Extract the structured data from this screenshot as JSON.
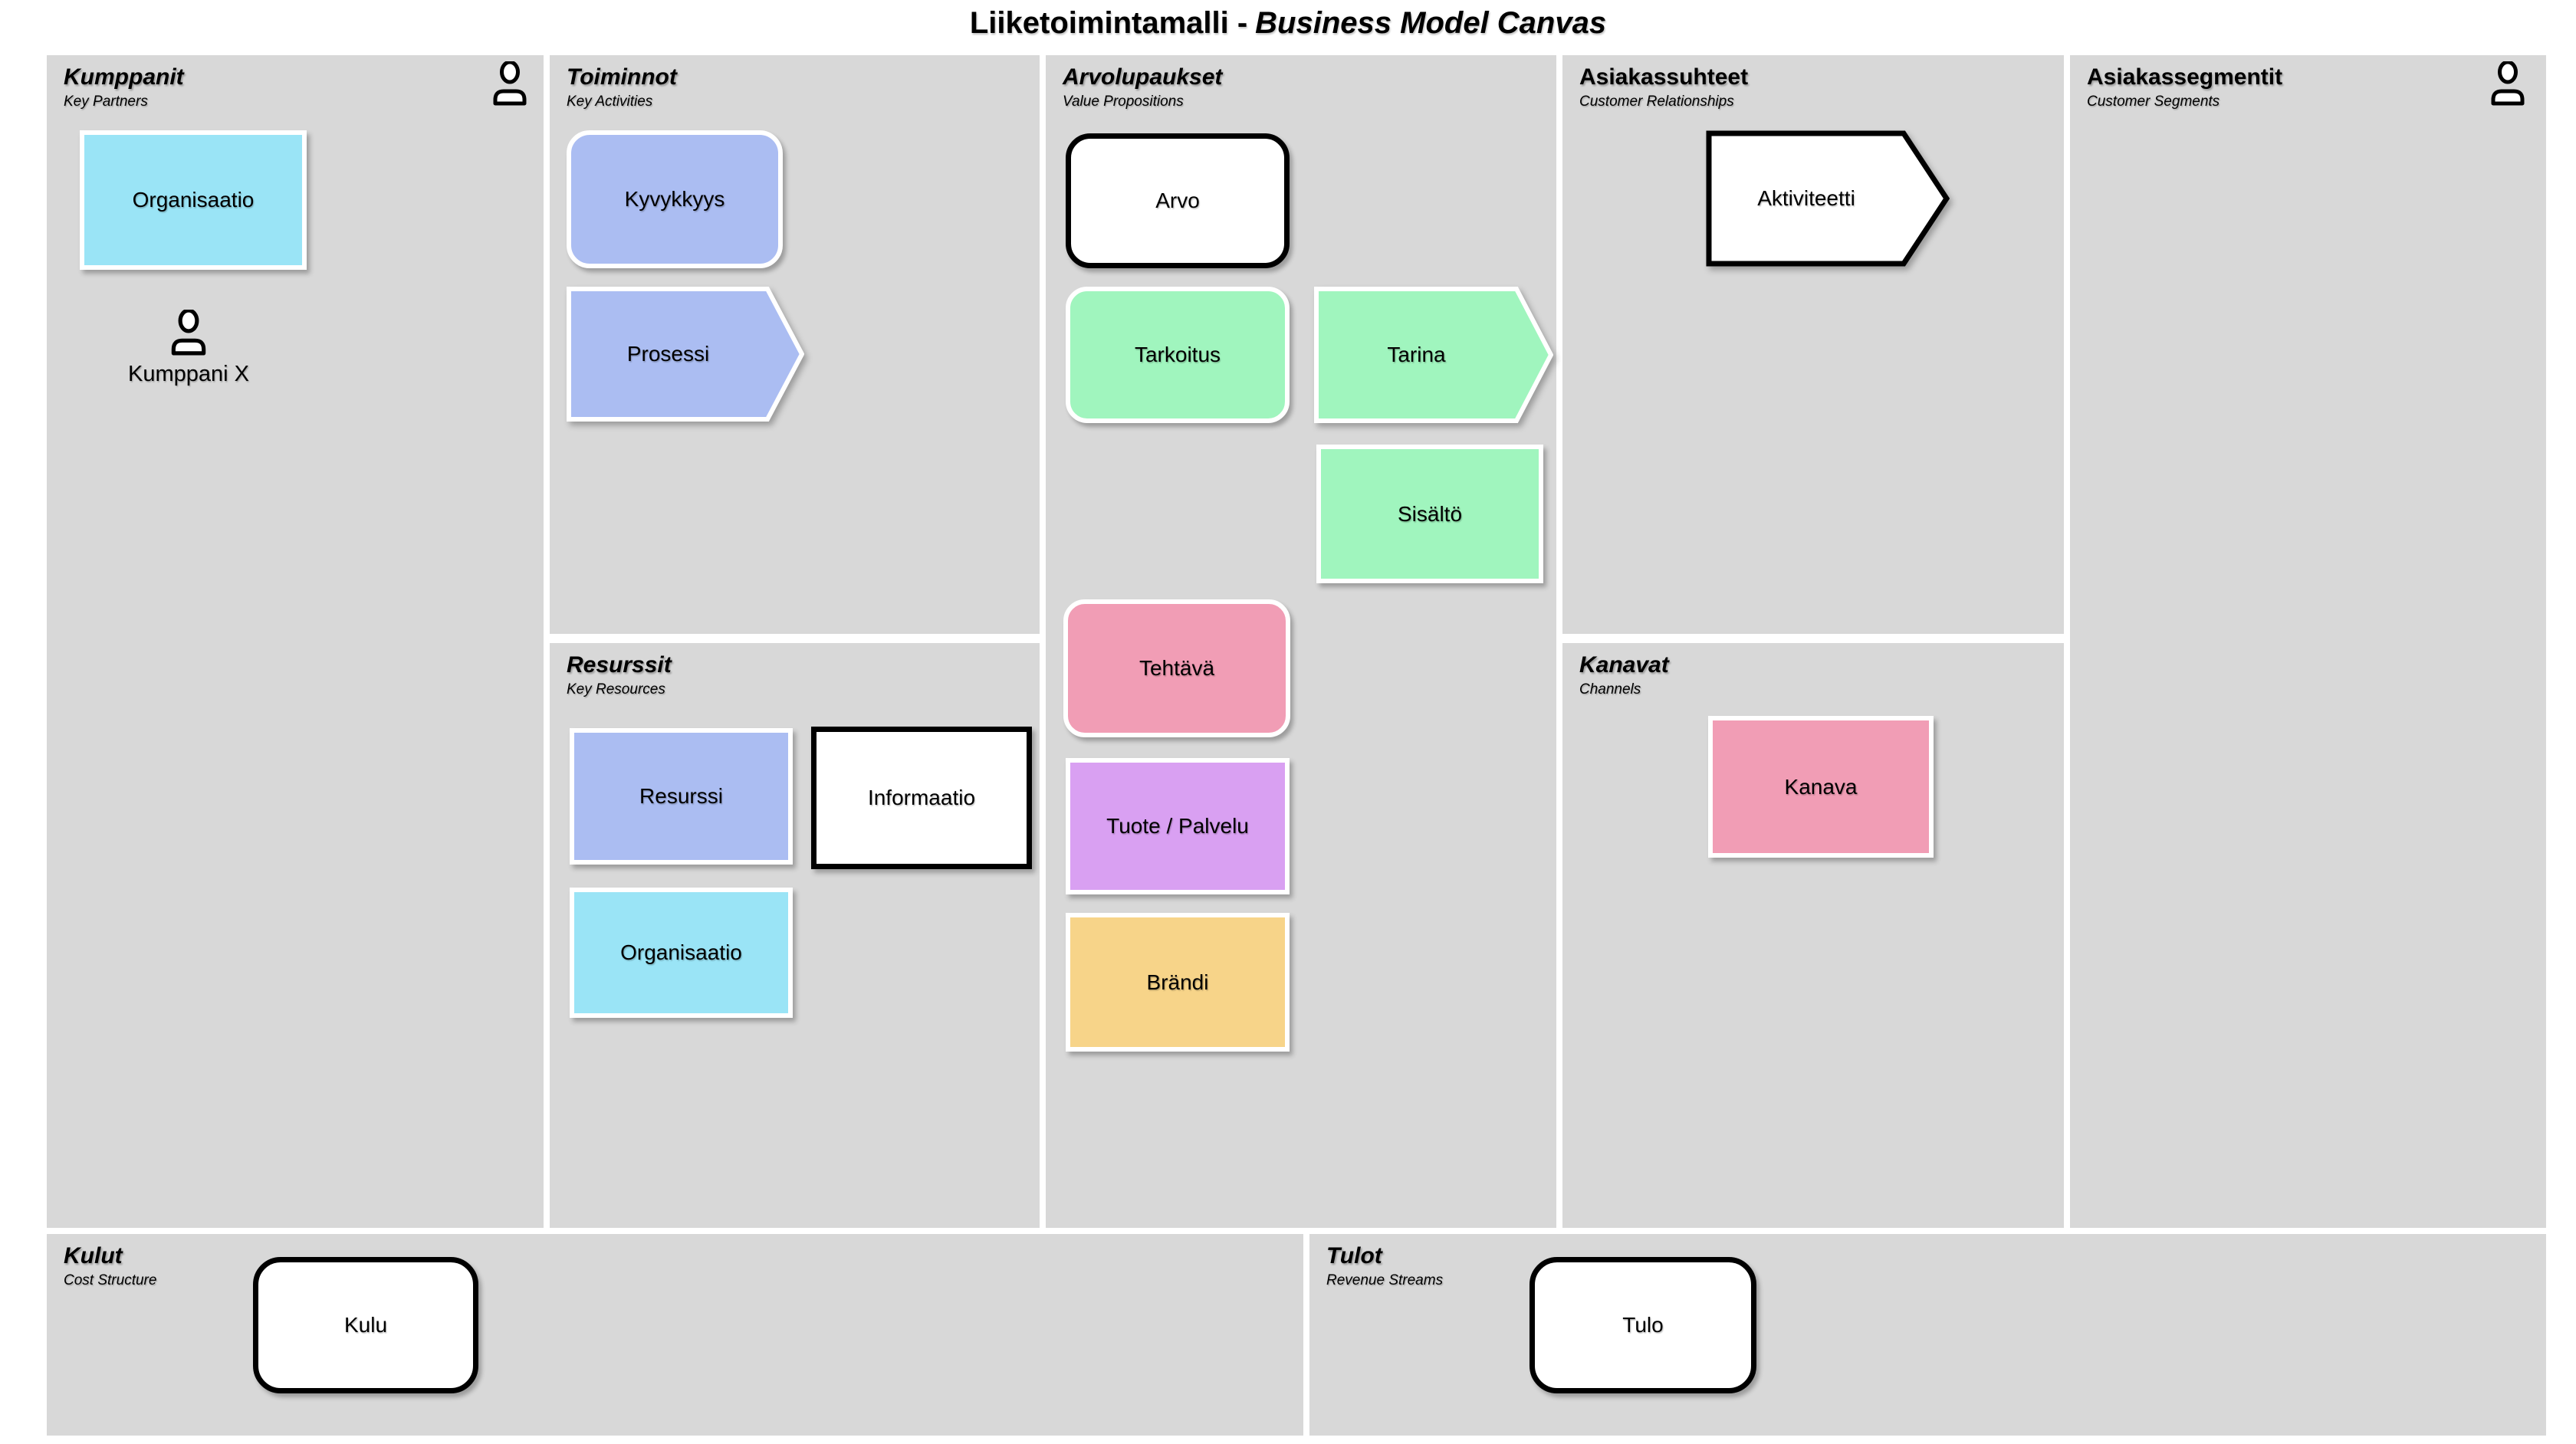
{
  "title": {
    "main": "Liiketoimintamalli -",
    "italic": "Business Model Canvas"
  },
  "colors": {
    "page_bg": "#ffffff",
    "panel_bg": "#d8d8d8",
    "cyan": "#9ae4f6",
    "blue": "#abbdf2",
    "green": "#a0f5be",
    "pink": "#f19db5",
    "purple": "#d9a0f2",
    "yellow": "#f7d489",
    "box_white": "#ffffff",
    "ink": "#000000"
  },
  "icons": {
    "person": "person-silhouette"
  },
  "sections": {
    "partners": {
      "title": "Kumppanit",
      "subtitle": "Key Partners"
    },
    "activities": {
      "title": "Toiminnot",
      "subtitle": "Key Activities"
    },
    "resources": {
      "title": "Resurssit",
      "subtitle": "Key Resources"
    },
    "value_propositions": {
      "title": "Arvolupaukset",
      "subtitle": "Value Propositions"
    },
    "customer_relationships": {
      "title": "Asiakassuhteet",
      "subtitle": "Customer Relationships"
    },
    "channels": {
      "title": "Kanavat",
      "subtitle": "Channels"
    },
    "customer_segments": {
      "title": "Asiakassegmentit",
      "subtitle": "Customer Segments"
    },
    "cost_structure": {
      "title": "Kulut",
      "subtitle": "Cost Structure"
    },
    "revenue_streams": {
      "title": "Tulot",
      "subtitle": "Revenue Streams"
    }
  },
  "boxes": {
    "organisaatio_partner": "Organisaatio",
    "kumppani_x": "Kumppani X",
    "kyvykkyys": "Kyvykkyys",
    "prosessi": "Prosessi",
    "resurssi": "Resurssi",
    "informaatio": "Informaatio",
    "organisaatio_resource": "Organisaatio",
    "arvo": "Arvo",
    "tarkoitus": "Tarkoitus",
    "tarina": "Tarina",
    "sisalto": "Sisältö",
    "tehtava": "Tehtävä",
    "tuote_palvelu": "Tuote / Palvelu",
    "brandi": "Brändi",
    "aktiviteetti": "Aktiviteetti",
    "kanava": "Kanava",
    "kulu": "Kulu",
    "tulo": "Tulo"
  }
}
